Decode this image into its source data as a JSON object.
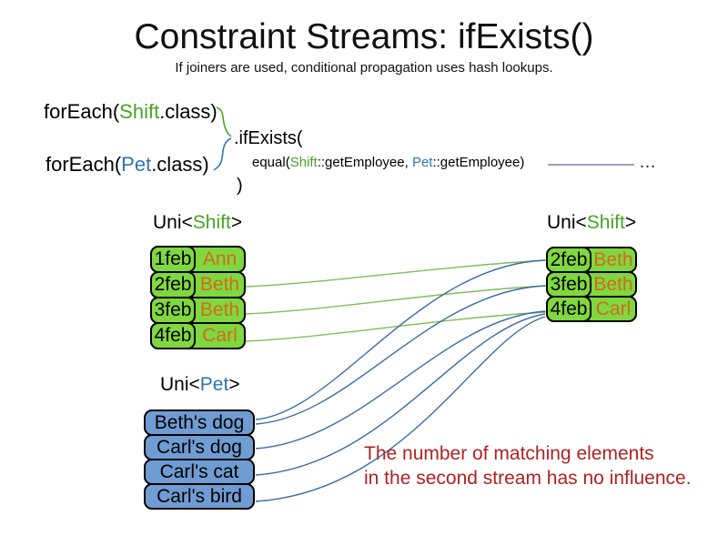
{
  "slide": {
    "title": "Constraint Streams: ifExists()",
    "subtitle": "If joiners are used, conditional propagation uses hash lookups."
  },
  "code": {
    "foreach_shift": {
      "prefix": "forEach(",
      "class_name": "Shift",
      "suffix": ".class)"
    },
    "foreach_pet": {
      "prefix": "forEach(",
      "class_name": "Pet",
      "suffix": ".class)"
    },
    "if_exists": ".ifExists(",
    "equal": {
      "prefix": "equal(",
      "arg1_class": "Shift",
      "arg1_rest": "::getEmployee, ",
      "arg2_class": "Pet",
      "arg2_rest": "::getEmployee)"
    },
    "close_paren": ")",
    "ellipsis": "…"
  },
  "labels": {
    "uni_shift_left": {
      "prefix": "Uni<",
      "type": "Shift",
      "suffix": ">"
    },
    "uni_shift_right": {
      "prefix": "Uni<",
      "type": "Shift",
      "suffix": ">"
    },
    "uni_pet": {
      "prefix": "Uni<",
      "type": "Pet",
      "suffix": ">"
    }
  },
  "left_shift_table": {
    "rows": [
      {
        "date": "1feb",
        "name": "Ann"
      },
      {
        "date": "2feb",
        "name": "Beth"
      },
      {
        "date": "3feb",
        "name": "Beth"
      },
      {
        "date": "4feb",
        "name": "Carl"
      }
    ]
  },
  "right_shift_table": {
    "rows": [
      {
        "date": "2feb",
        "name": "Beth"
      },
      {
        "date": "3feb",
        "name": "Beth"
      },
      {
        "date": "4feb",
        "name": "Carl"
      }
    ]
  },
  "pet_table": {
    "rows": [
      {
        "name": "Beth's dog"
      },
      {
        "name": "Carl's dog"
      },
      {
        "name": "Carl's cat"
      },
      {
        "name": "Carl's bird"
      }
    ]
  },
  "note": {
    "line1": "The number of matching elements",
    "line2": "in the second stream has no influence."
  },
  "connections": {
    "shift_to_shift": [
      {
        "from": "left 2feb Beth",
        "to": "right 2feb Beth"
      },
      {
        "from": "left 3feb Beth",
        "to": "right 3feb Beth"
      },
      {
        "from": "left 4feb Carl",
        "to": "right 4feb Carl"
      }
    ],
    "pet_to_shift": [
      {
        "from": "Beth's dog",
        "to": "2feb Beth"
      },
      {
        "from": "Beth's dog",
        "to": "3feb Beth"
      },
      {
        "from": "Carl's dog",
        "to": "4feb Carl"
      },
      {
        "from": "Carl's cat",
        "to": "4feb Carl"
      },
      {
        "from": "Carl's bird",
        "to": "4feb Carl"
      }
    ]
  },
  "colors": {
    "green_box": "#7fd83f",
    "blue_box": "#6f9cd2",
    "green_text": "#48a327",
    "blue_text": "#2e74b5",
    "orange_text": "#d4691e",
    "red_text": "#b02222",
    "green_line": "#7ebe58",
    "blue_line": "#3c6da6",
    "purple_line": "#8878a8"
  }
}
